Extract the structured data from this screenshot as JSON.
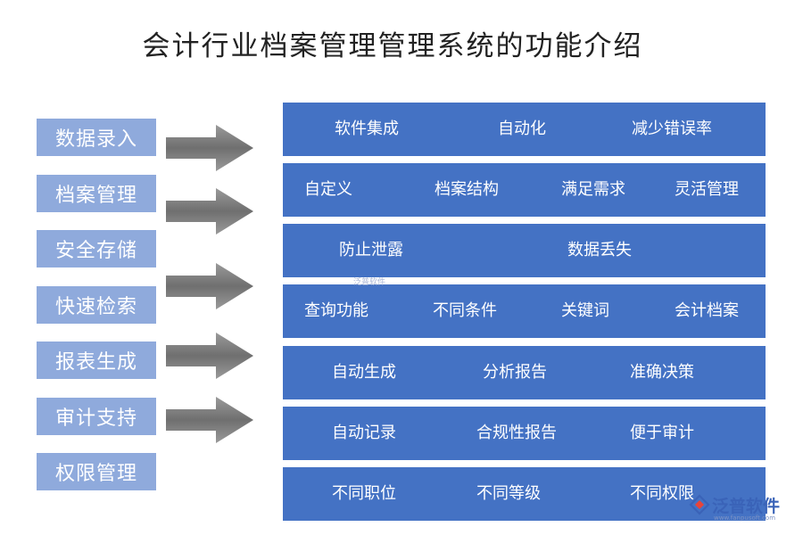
{
  "title": "会计行业档案管理管理系统的功能介绍",
  "left_items": [
    "数据录入",
    "档案管理",
    "安全存储",
    "快速检索",
    "报表生成",
    "审计支持",
    "权限管理"
  ],
  "rows": [
    [
      "软件集成",
      "自动化",
      "减少错误率"
    ],
    [
      "自定义",
      "档案结构",
      "满足需求",
      "灵活管理"
    ],
    [
      "防止泄露",
      "数据丢失"
    ],
    [
      "查询功能",
      "不同条件",
      "关键词",
      "会计档案"
    ],
    [
      "自动生成",
      "分析报告",
      "准确决策"
    ],
    [
      "自动记录",
      "合规性报告",
      "便于审计"
    ],
    [
      "不同职位",
      "不同等级",
      "不同权限"
    ]
  ],
  "colors": {
    "left_box": "#8FAADC",
    "row": "#4472C4",
    "arrow": "#7F7F7F"
  },
  "watermark": {
    "brand": "泛普软件",
    "url": "www.fanpusoft.com"
  }
}
